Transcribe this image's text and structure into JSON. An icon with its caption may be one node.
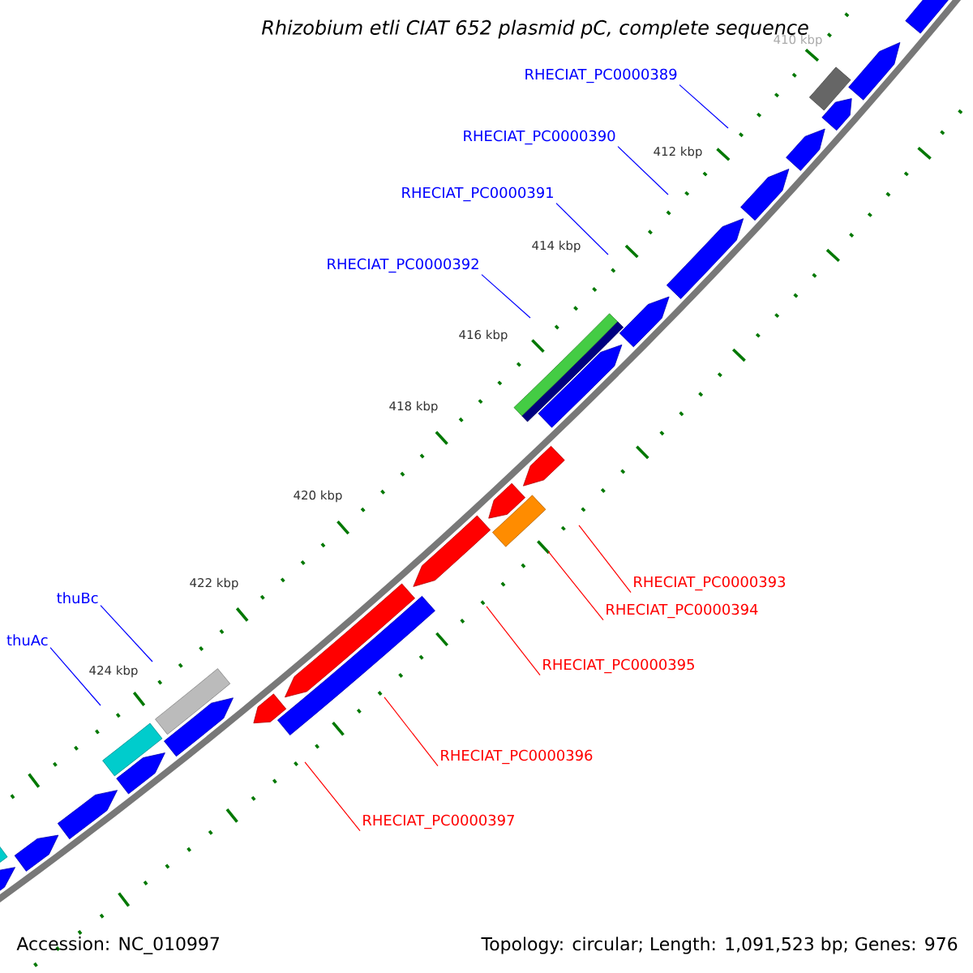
{
  "diagram": {
    "title": "Rhizobium etli CIAT 652 plasmid pC, complete sequence",
    "nodes": [
      {
        "text": [
          "RHECIAT_PC0000389"
        ]
      },
      {
        "text": [
          "RHECIAT_PC0000390"
        ]
      },
      {
        "text": [
          "RHECIAT_PC0000391"
        ]
      },
      {
        "text": [
          "RHECIAT_PC0000392"
        ]
      },
      {
        "text": [
          "RHECIAT_PC0000393"
        ]
      },
      {
        "text": [
          "RHECIAT_PC0000394"
        ]
      },
      {
        "text": [
          "RHECIAT_PC0000395"
        ]
      },
      {
        "text": [
          "RHECIAT_PC0000396"
        ]
      },
      {
        "text": [
          "RHECIAT_PC0000397"
        ]
      },
      {
        "text": [
          "thuBc"
        ]
      },
      {
        "text": [
          "thuAc"
        ]
      }
    ],
    "edges": [
      {
        "from": 0,
        "to": null,
        "arrow": "none"
      },
      {
        "from": 1,
        "to": null,
        "arrow": "none"
      },
      {
        "from": 2,
        "to": null,
        "arrow": "none"
      },
      {
        "from": 3,
        "to": null,
        "arrow": "none"
      },
      {
        "from": 4,
        "to": null,
        "arrow": "none",
        "color": "#ff0000"
      },
      {
        "from": 5,
        "to": null,
        "arrow": "none",
        "color": "#ff0000"
      },
      {
        "from": 6,
        "to": null,
        "arrow": "none",
        "color": "#ff0000"
      },
      {
        "from": 7,
        "to": null,
        "arrow": "none",
        "color": "#ff0000"
      },
      {
        "from": 8,
        "to": null,
        "arrow": "none",
        "color": "#ff0000"
      },
      {
        "from": 9,
        "to": null,
        "arrow": "none"
      },
      {
        "from": 10,
        "to": null,
        "arrow": "none"
      }
    ],
    "labels": [
      "410 kbp",
      "412 kbp",
      "414 kbp",
      "416 kbp",
      "418 kbp",
      "420 kbp",
      "422 kbp",
      "424 kbp",
      "Accession: NC_010997",
      "Topology: circular; Length: 1,091,523 bp; Genes: 976"
    ]
  }
}
